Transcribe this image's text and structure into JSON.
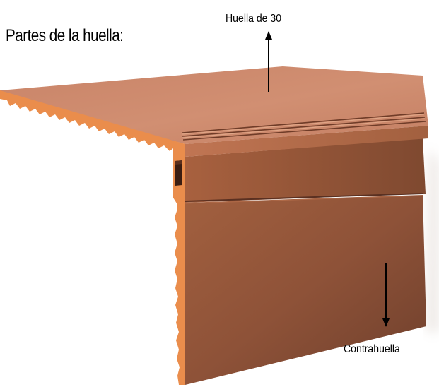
{
  "diagram": {
    "heading": "Partes de la huella:",
    "labels": {
      "tread": "Huella de 30",
      "riser": "Contrahuella"
    },
    "colors": {
      "tread_top": "#cf8d6f",
      "riser_face": "#8c4f37",
      "edge": "#ea8d4c",
      "arrow": "#000000"
    }
  }
}
